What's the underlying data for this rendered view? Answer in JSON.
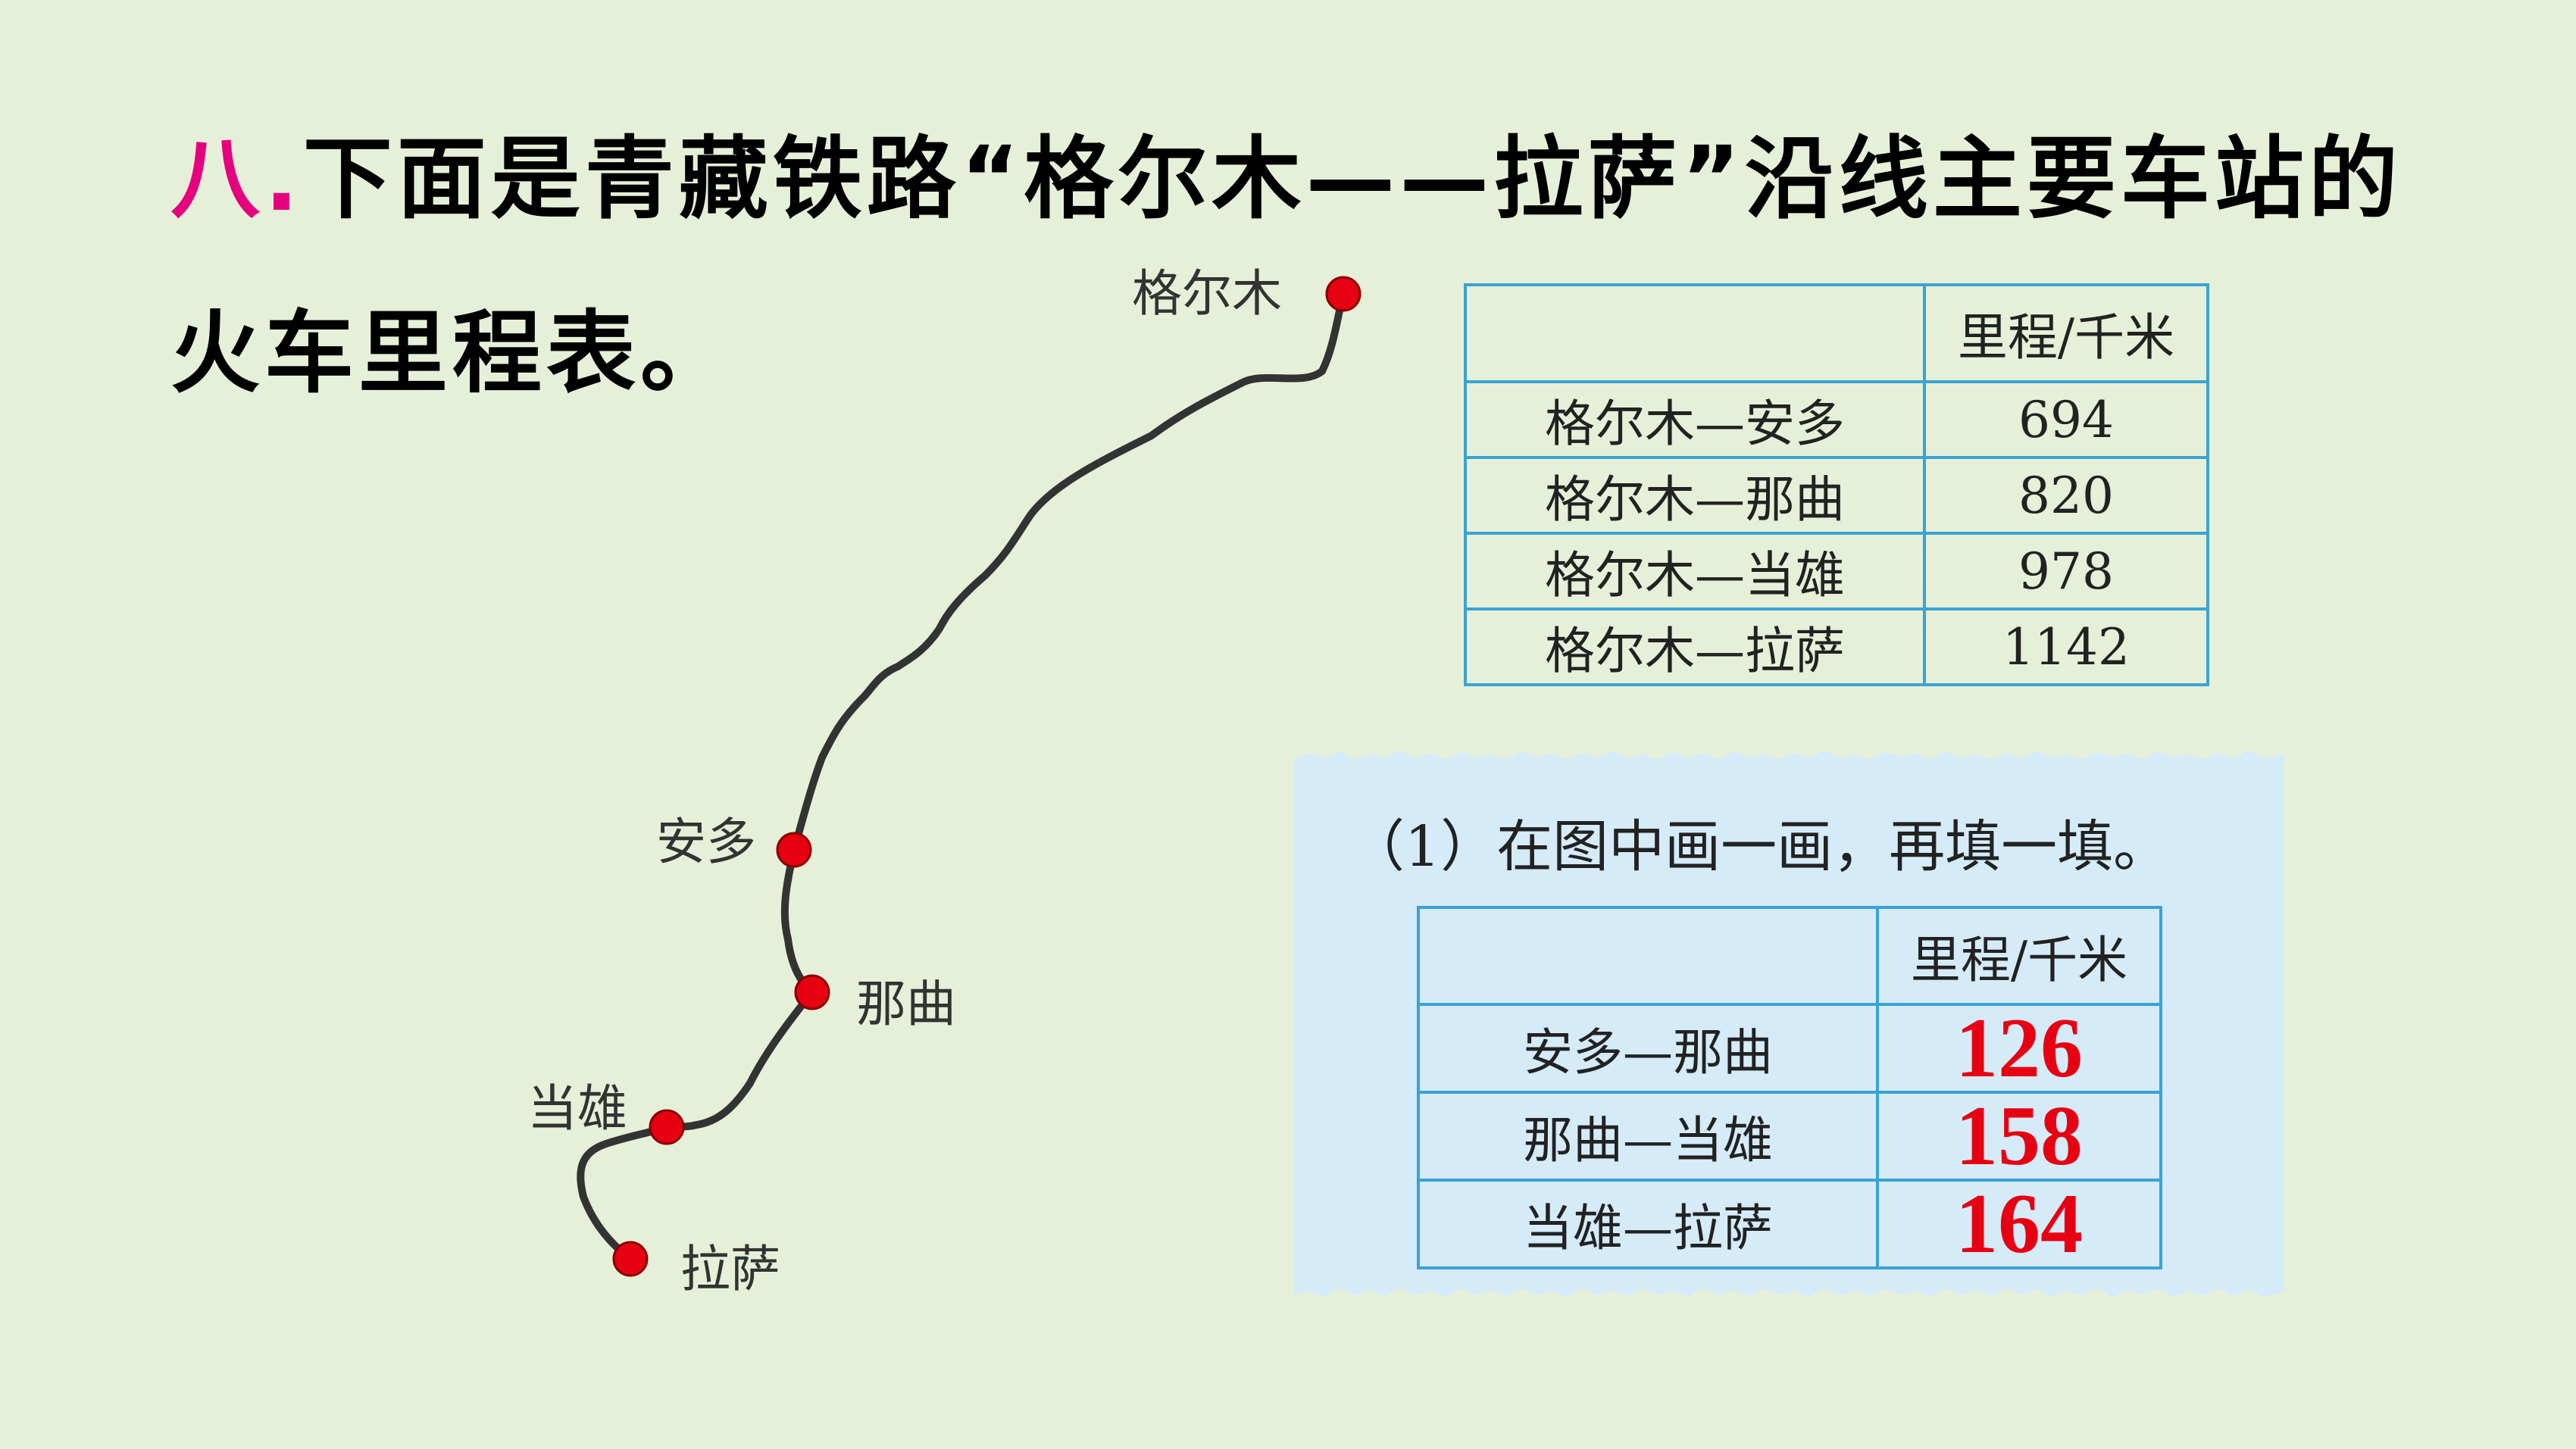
{
  "title": {
    "number": "八.",
    "line1": "下面是青藏铁路“格尔木——拉萨”沿线主要车站的",
    "line2": "火车里程表。"
  },
  "map": {
    "stations": [
      {
        "name": "格尔木"
      },
      {
        "name": "安多"
      },
      {
        "name": "那曲"
      },
      {
        "name": "当雄"
      },
      {
        "name": "拉萨"
      }
    ],
    "colors": {
      "route": "#333333",
      "dot": "#e60012"
    }
  },
  "mileage_table": {
    "header": [
      "",
      "里程/千米"
    ],
    "rows": [
      {
        "segment": "格尔木—安多",
        "km": "694"
      },
      {
        "segment": "格尔木—那曲",
        "km": "820"
      },
      {
        "segment": "格尔木—当雄",
        "km": "978"
      },
      {
        "segment": "格尔木—拉萨",
        "km": "1142"
      }
    ]
  },
  "question": {
    "text": "（1）在图中画一画，再填一填。",
    "header": [
      "",
      "里程/千米"
    ],
    "rows": [
      {
        "segment": "安多—那曲",
        "answer": "126"
      },
      {
        "segment": "那曲—当雄",
        "answer": "158"
      },
      {
        "segment": "当雄—拉萨",
        "answer": "164"
      }
    ]
  },
  "colors": {
    "background": "#e6f0d9",
    "accent": "#e6007e",
    "answer": "#e60012",
    "table_border": "#3aa3d4",
    "paper": "#d5ebf8"
  }
}
